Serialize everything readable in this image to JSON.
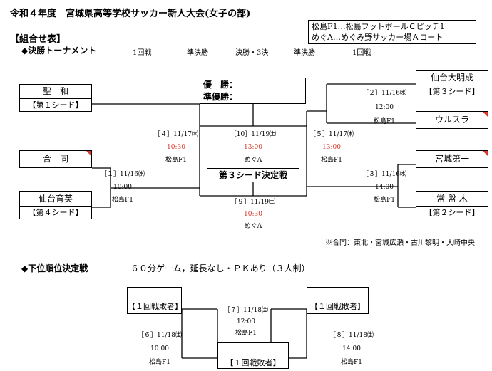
{
  "title": "令和４年度　宮城県高等学校サッカー新人大会(女子の部)",
  "venue_legend": [
    "松島F1…松島フットボールＣピッチ1",
    "めぐA…めぐみ野サッカー場Ａコート"
  ],
  "section_label": "【組合せ表】",
  "tournament_label": "◆決勝トーナメント",
  "round_headers": [
    "1回戦",
    "準決勝",
    "決勝・3決",
    "準決勝",
    "1回戦"
  ],
  "result_box": {
    "winner": "優　勝：",
    "runner_up": "準優勝："
  },
  "teams": {
    "seiwa": "聖　和",
    "seiwa_seed": "【第１シード】",
    "godo": "合　同",
    "ikuei": "仙台育英",
    "ikuei_seed": "【第４シード】",
    "meisei": "仙台大明成",
    "meisei_seed": "【第３シード】",
    "ursula": "ウルスラ",
    "daiichi": "宮城第一",
    "tokiwagi": "常 盤 木",
    "tokiwagi_seed": "【第２シード】"
  },
  "matches": {
    "m1": {
      "label": "［１］11/16㈬",
      "time": "10:00",
      "venue": "松島F1"
    },
    "m2": {
      "label": "［２］11/16㈬",
      "time": "12:00",
      "venue": "松島F1"
    },
    "m3": {
      "label": "［３］11/16㈬",
      "time": "14:00",
      "venue": "松島F1"
    },
    "m4": {
      "label": "［４］11/17㈭",
      "time": "10:30",
      "venue": "松島F1"
    },
    "m5": {
      "label": "［５］11/17㈭",
      "time": "13:00",
      "venue": "松島F1"
    },
    "m9": {
      "label": "［９］11/19㈯",
      "time": "10:30",
      "venue": "めぐA"
    },
    "m10": {
      "label": "［10］11/19㈯",
      "time": "13:00",
      "venue": "めぐA"
    },
    "m6": {
      "label": "［６］11/18㈮",
      "time": "10:00",
      "venue": "松島F1"
    },
    "m7": {
      "label": "［７］11/18㈮",
      "time": "12:00",
      "venue": "松島F1"
    },
    "m8": {
      "label": "［８］11/18㈮",
      "time": "14:00",
      "venue": "松島F1"
    }
  },
  "third_place_label": "第３シード決定戦",
  "note": "※合同：東北・宮城広瀬・古川黎明・大崎中央",
  "lower_label": "◆下位順位決定戦",
  "lower_rule": "６０分ゲーム，延長なし・ＰＫあり（３人制）",
  "loser_label": "【１回戦敗者】",
  "accent_red": "#d9382c"
}
